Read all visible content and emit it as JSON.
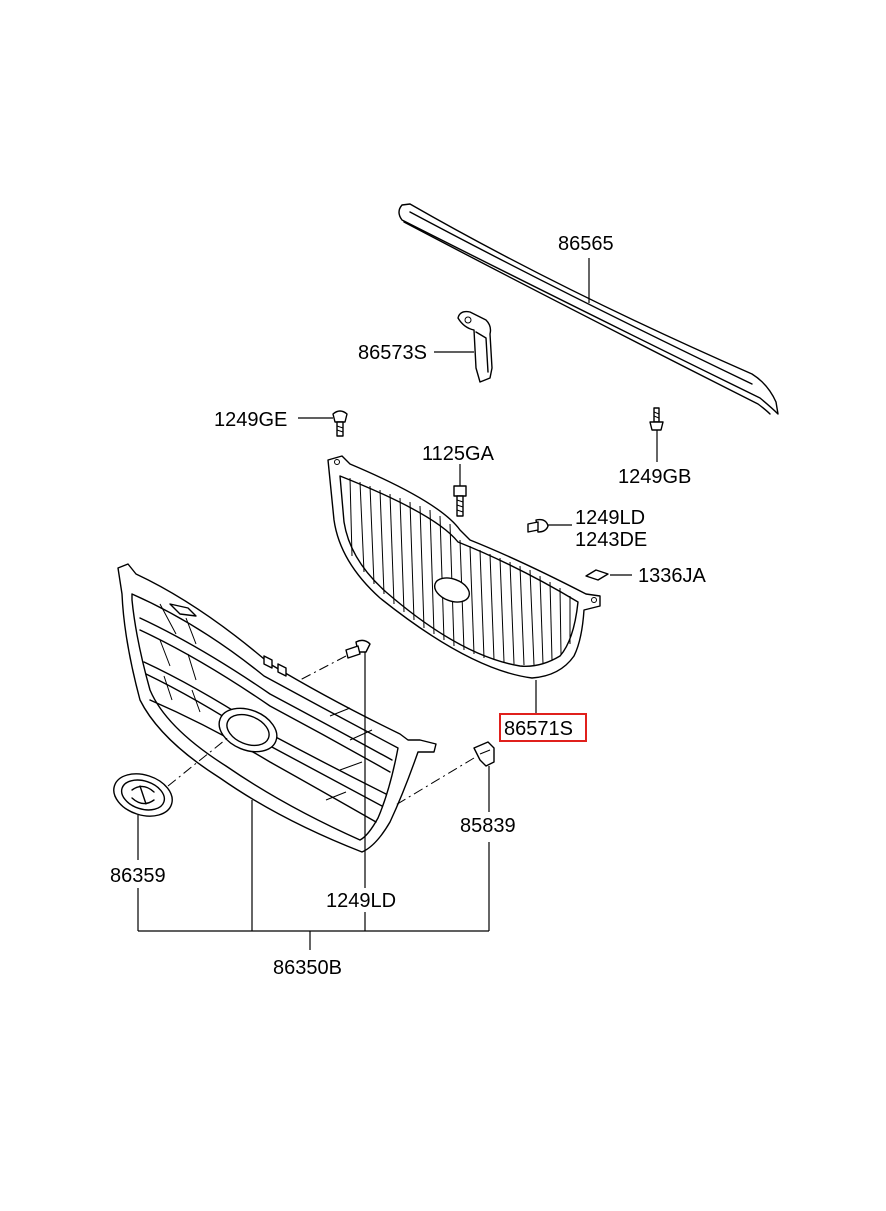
{
  "highlight_color": "#e0201c",
  "labels": {
    "p86565": "86565",
    "p86573s": "86573S",
    "p1249ge": "1249GE",
    "p1125ga": "1125GA",
    "p1249gb": "1249GB",
    "p1249ld_top": "1249LD",
    "p1243de": "1243DE",
    "p1336ja": "1336JA",
    "p86571s": "86571S",
    "p85839": "85839",
    "p86359": "86359",
    "p1249ld_bottom": "1249LD",
    "p86350b": "86350B"
  },
  "highlighted_part": "86571S"
}
